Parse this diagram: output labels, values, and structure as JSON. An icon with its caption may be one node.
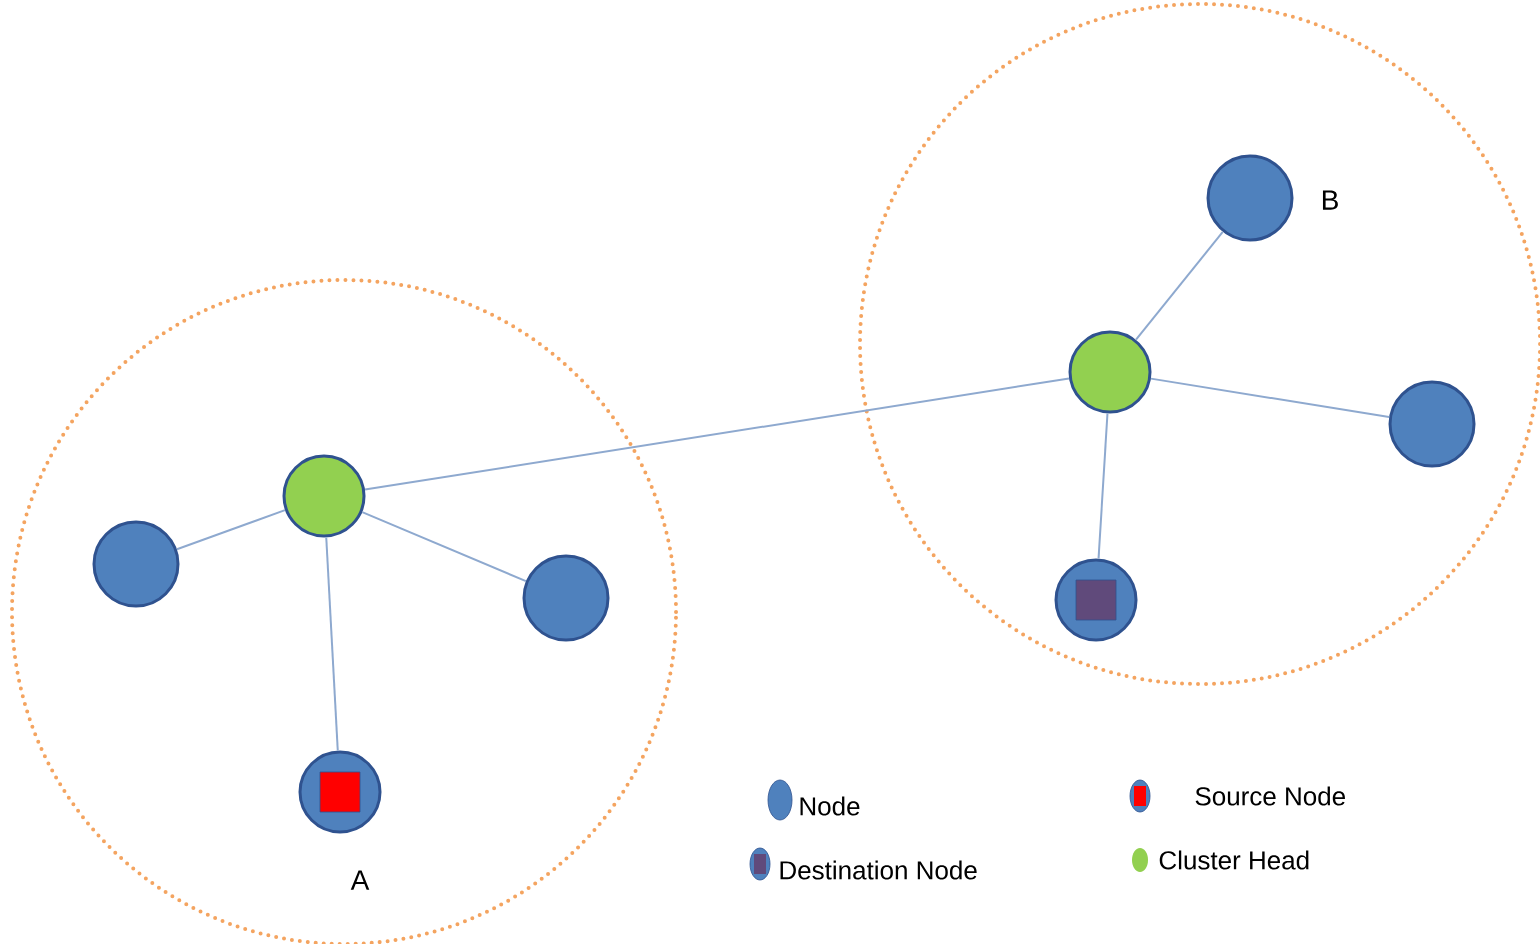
{
  "diagram": {
    "nodes": [
      {
        "text": [],
        "shape": "circle"
      },
      {
        "text": [],
        "shape": "circle",
        "in": 0
      },
      {
        "text": [],
        "shape": "circle",
        "in": 0
      },
      {
        "text": [],
        "shape": "circle",
        "in": 0
      },
      {
        "text": [],
        "shape": "circle",
        "in": 0
      },
      {
        "text": [],
        "shape": "circle"
      },
      {
        "text": [],
        "shape": "circle",
        "in": 5
      },
      {
        "text": [],
        "shape": "circle",
        "in": 5
      },
      {
        "text": [],
        "shape": "circle",
        "in": 5
      },
      {
        "text": [],
        "shape": "circle",
        "in": 5
      }
    ],
    "edges": [
      {
        "from": 1,
        "to": 2,
        "arrow": "none"
      },
      {
        "from": 1,
        "to": 3,
        "arrow": "none"
      },
      {
        "from": 1,
        "to": 4,
        "arrow": "none"
      },
      {
        "from": 1,
        "to": 6,
        "arrow": "none"
      },
      {
        "from": 6,
        "to": 7,
        "arrow": "none"
      },
      {
        "from": 6,
        "to": 8,
        "arrow": "none"
      },
      {
        "from": 6,
        "to": 9,
        "arrow": "none"
      }
    ],
    "labels": [
      "B",
      "A"
    ],
    "legend": [
      {
        "text": "Node",
        "color": "#4f81bd"
      },
      {
        "text": "Source Node",
        "color": "#ff0000"
      },
      {
        "text": "Destination Node",
        "color": "#604a7b"
      },
      {
        "text": "Cluster Head",
        "color": "#92d050"
      }
    ]
  }
}
